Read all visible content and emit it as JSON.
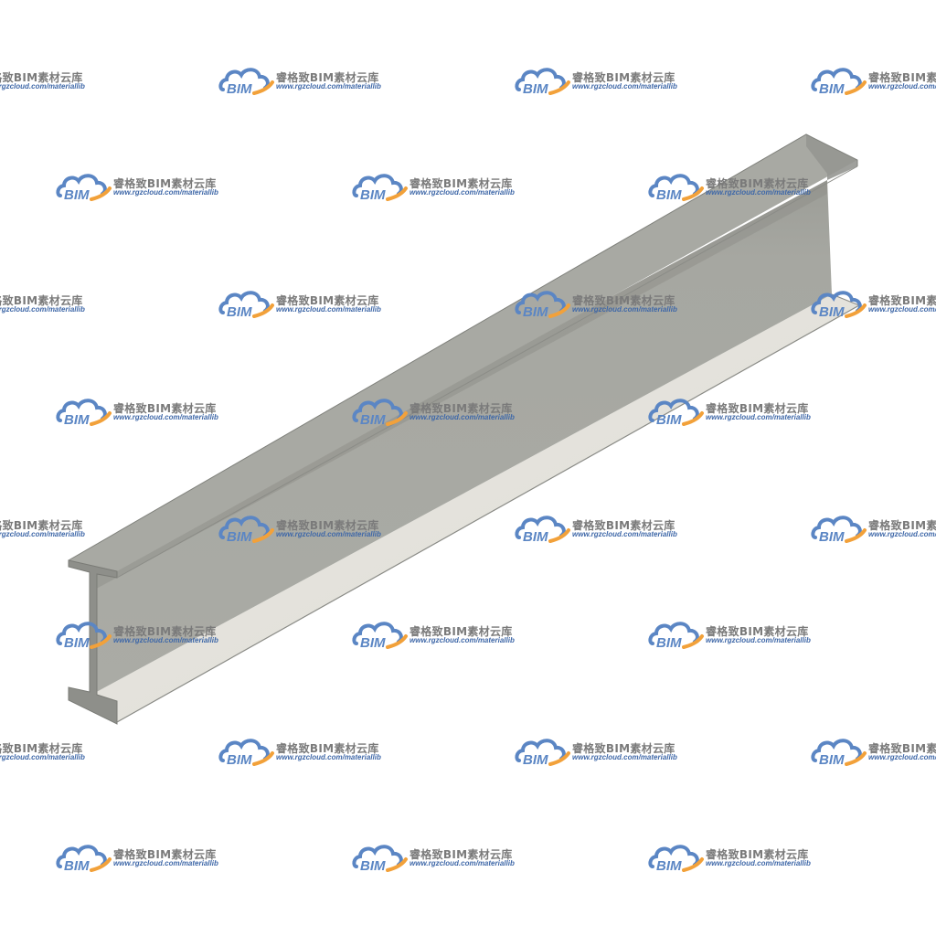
{
  "image": {
    "subject": "steel-i-beam",
    "colors": {
      "top_flange": "#a9aaa4",
      "web": "#a3a49e",
      "bottom_flange": "#e4e3dd",
      "end_face": "#8d8e89",
      "edge": "#7f807b",
      "background": "#ffffff"
    }
  },
  "watermark": {
    "title": "睿格致BIM素材云库",
    "url": "www.rgzcloud.com/materiallib",
    "logo_text": "BIM",
    "logo_colors": {
      "cloud": "#5b86c4",
      "swoosh": "#f2a13a"
    }
  }
}
